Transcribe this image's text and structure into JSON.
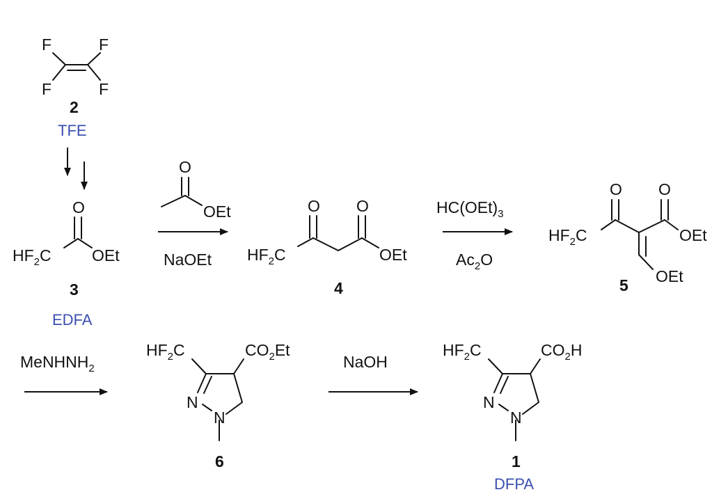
{
  "colors": {
    "ink": "#111111",
    "name": "#3b4fb0"
  },
  "compound_2": {
    "label": "2",
    "name": "TFE",
    "atoms": {
      "f_tl": "F",
      "f_tr": "F",
      "f_bl": "F",
      "f_br": "F"
    }
  },
  "compound_3": {
    "label": "3",
    "name": "EDFA",
    "atoms": {
      "o_carbonyl": "O",
      "hf": "HF",
      "hf_sub": "2",
      "c": "C",
      "oet": "OEt"
    }
  },
  "step_1": {
    "reagent_below": "NaOEt",
    "reagent_above": {
      "o_carbonyl": "O",
      "oet": "OEt"
    }
  },
  "compound_4": {
    "label": "4",
    "atoms": {
      "o_ketone": "O",
      "o_ester": "O",
      "hf": "HF",
      "hf_sub": "2",
      "c": "C",
      "oet": "OEt"
    }
  },
  "step_2": {
    "reagent_above": {
      "main": "HC(OEt)",
      "sub": "3"
    },
    "reagent_below": {
      "main": "Ac",
      "sub": "2",
      "tail": "O"
    }
  },
  "compound_5": {
    "label": "5",
    "atoms": {
      "o_ketone": "O",
      "o_ester": "O",
      "hf": "HF",
      "hf_sub": "2",
      "c": "C",
      "oet_ester": "OEt",
      "oet_vinyl": "OEt"
    }
  },
  "step_3": {
    "reagent_above": {
      "main": "MeNHNH",
      "sub": "2"
    }
  },
  "compound_6": {
    "label": "6",
    "atoms": {
      "hf": "HF",
      "hf_sub": "2",
      "c": "C",
      "co2et_pre": "CO",
      "co2et_sub": "2",
      "co2et_post": "Et",
      "n2": "N",
      "n1": "N"
    }
  },
  "step_4": {
    "reagent_above": "NaOH"
  },
  "compound_1": {
    "label": "1",
    "name": "DFPA",
    "atoms": {
      "hf": "HF",
      "hf_sub": "2",
      "c": "C",
      "co2h_pre": "CO",
      "co2h_sub": "2",
      "co2h_post": "H",
      "n2": "N",
      "n1": "N"
    }
  }
}
